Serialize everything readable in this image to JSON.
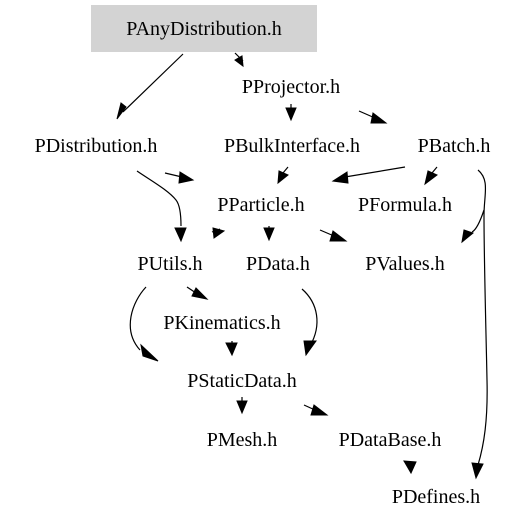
{
  "graph": {
    "nodes": {
      "pany_distribution": "PAnyDistribution.h",
      "pprojector": "PProjector.h",
      "pdistribution": "PDistribution.h",
      "pbulk_interface": "PBulkInterface.h",
      "pbatch": "PBatch.h",
      "pparticle": "PParticle.h",
      "pformula": "PFormula.h",
      "putils": "PUtils.h",
      "pdata": "PData.h",
      "pvalues": "PValues.h",
      "pkinematics": "PKinematics.h",
      "pstatic_data": "PStaticData.h",
      "pmesh": "PMesh.h",
      "pdatabase": "PDataBase.h",
      "pdefines": "PDefines.h"
    },
    "edges": [
      [
        "pany_distribution",
        "pprojector"
      ],
      [
        "pany_distribution",
        "pdistribution"
      ],
      [
        "pprojector",
        "pbulk_interface"
      ],
      [
        "pprojector",
        "pbatch"
      ],
      [
        "pdistribution",
        "pparticle"
      ],
      [
        "pdistribution",
        "putils"
      ],
      [
        "pbulk_interface",
        "pparticle"
      ],
      [
        "pbatch",
        "pparticle"
      ],
      [
        "pbatch",
        "pformula"
      ],
      [
        "pbatch",
        "pvalues"
      ],
      [
        "pbatch",
        "pdefines"
      ],
      [
        "pparticle",
        "putils"
      ],
      [
        "pparticle",
        "pdata"
      ],
      [
        "pparticle",
        "pvalues"
      ],
      [
        "putils",
        "pkinematics"
      ],
      [
        "putils",
        "pstatic_data"
      ],
      [
        "pdata",
        "pstatic_data"
      ],
      [
        "pkinematics",
        "pstatic_data"
      ],
      [
        "pstatic_data",
        "pmesh"
      ],
      [
        "pstatic_data",
        "pdatabase"
      ],
      [
        "pdatabase",
        "pdefines"
      ]
    ],
    "highlighted_node": "pany_distribution",
    "highlight_color": "#d3d3d3",
    "edge_color": "#000000"
  }
}
